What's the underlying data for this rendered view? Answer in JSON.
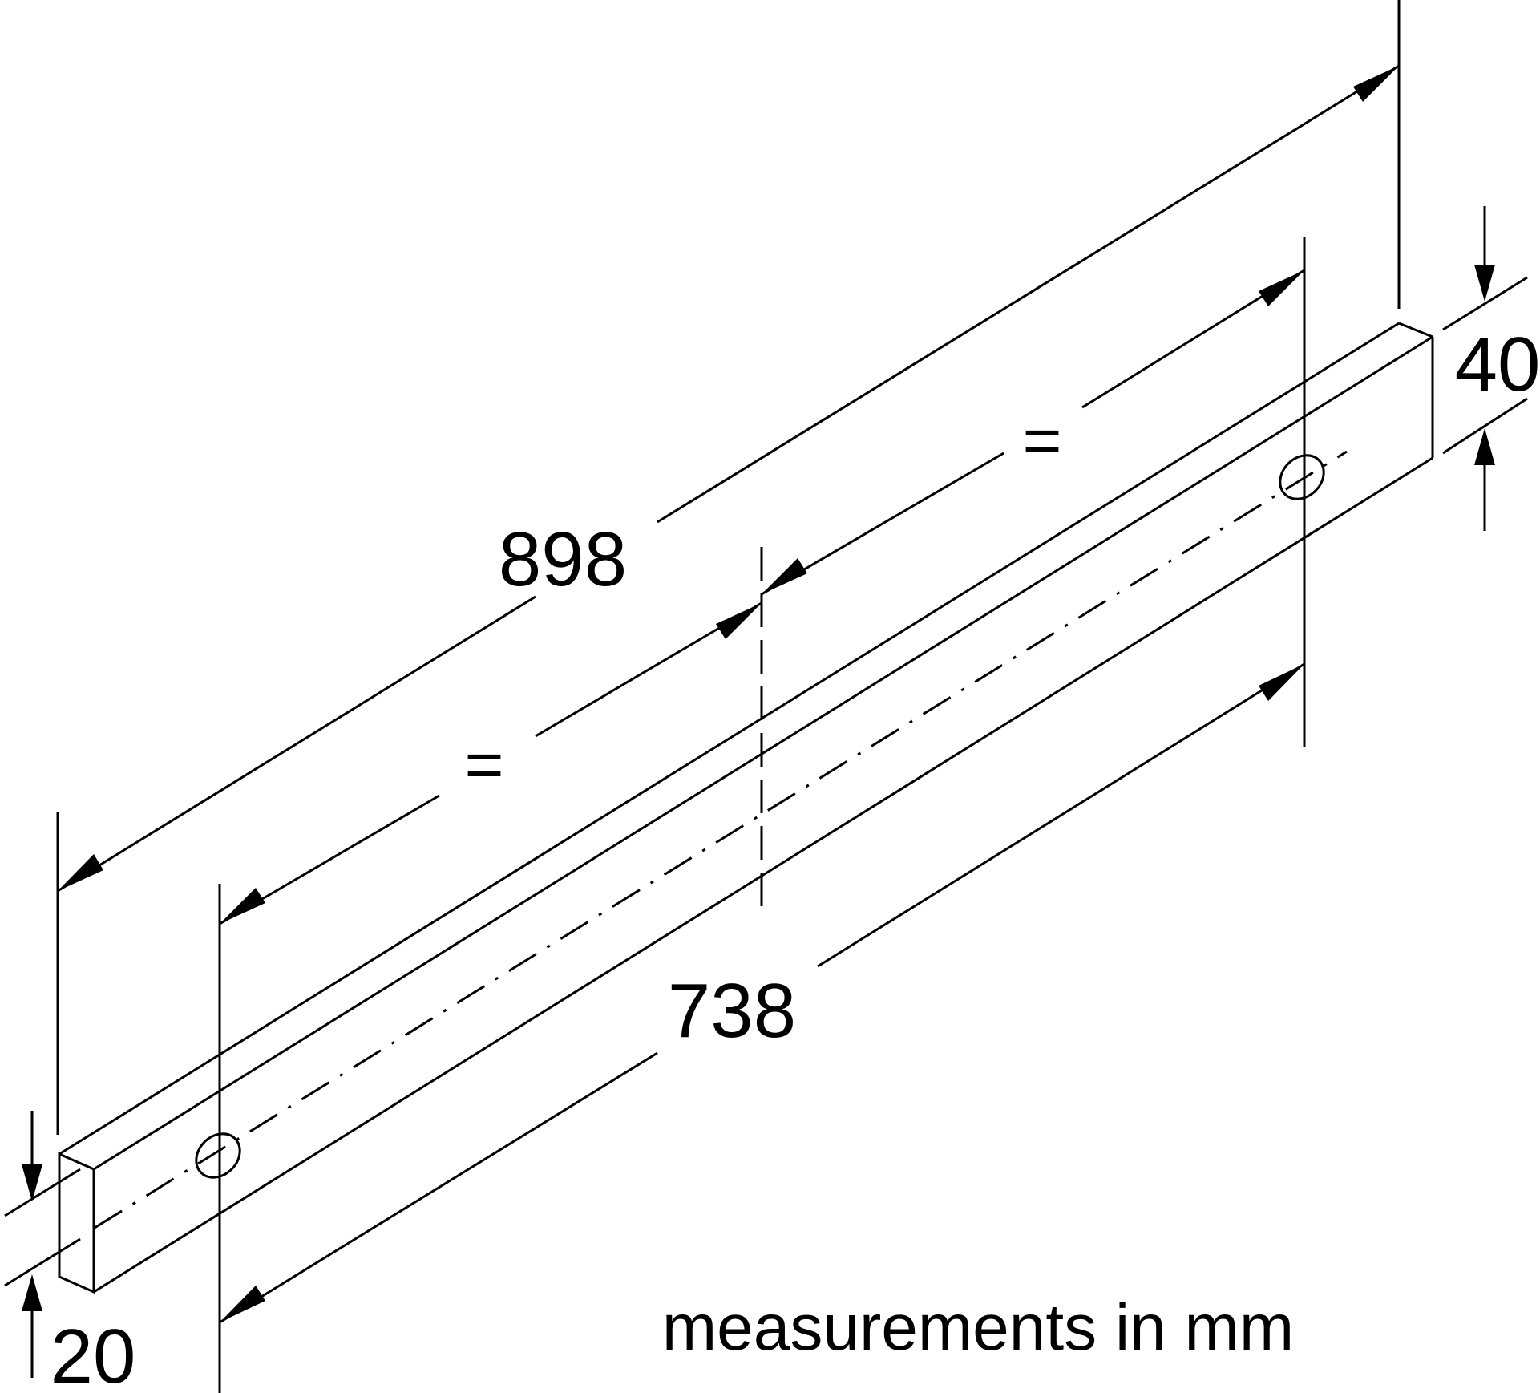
{
  "dimensions": {
    "overall_length": "898",
    "hole_spacing": "738",
    "height": "40",
    "depth": "20",
    "equal_mark_left": "=",
    "equal_mark_right": "="
  },
  "caption": "measurements in mm"
}
